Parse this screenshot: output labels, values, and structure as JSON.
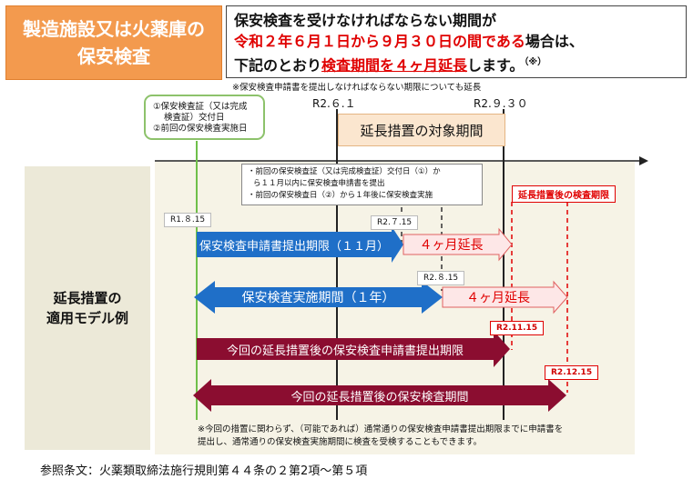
{
  "header": {
    "title_line1": "製造施設又は火薬庫の",
    "title_line2": "保安検査",
    "notice_line1": "保安検査を受けなければならない期間が",
    "notice_line2_red": "令和２年６月１日から９月３０日の間である",
    "notice_line2_tail": "場合は、",
    "notice_line3_head": "下記のとおり",
    "notice_line3_red": "検査期間を４ヶ月延長",
    "notice_line3_tail": "します。",
    "notice_mark": "（※）"
  },
  "top_note": "※保安検査申請書を提出しなければならない期限についても延長",
  "dates": {
    "start": "R2.６.１",
    "end": "R2.９.３０"
  },
  "green_box": {
    "line1": "①保安検査証（又は完成",
    "line2": "検査証）交付日",
    "line3": "②前回の保安検査実施日"
  },
  "period_box": "延長措置の対象期間",
  "left_label": {
    "line1": "延長措置の",
    "line2": "適用モデル例"
  },
  "info_box": {
    "line1": "・前回の保安検査証（又は完成検査証）交付日（①）か",
    "line2": "ら１１月以内に保安検査申請書を提出",
    "line3": "・前回の保安検査日（②）から１年後に保安検査実施"
  },
  "after_label": "延長措置後の検査期限",
  "date_labels": {
    "r1": "R1.８.15",
    "r2_7": "R2.７.15",
    "r2_8": "R2.８.15",
    "r2_11": "R2.11.15",
    "r2_12": "R2.12.15"
  },
  "arrows": {
    "a1": "保安検査申請書提出期限（１１月）",
    "a1_ext": "４ヶ月延長",
    "a2": "保安検査実施期間（１年）",
    "a2_ext": "４ヶ月延長",
    "a3": "今回の延長措置後の保安検査申請書提出期限",
    "a4": "今回の延長措置後の保安検査期間"
  },
  "footnote": {
    "line1": "※今回の措置に関わらず、（可能であれば）通常通りの保安検査申請書提出期限までに申請書を",
    "line2": "提出し、通常通りの保安検査実施期間に検査を受検することもできます。"
  },
  "reference": "参照条文：火薬類取締法施行規則第４４条の２第2項～第５項",
  "colors": {
    "orange": "#f39a4e",
    "blue": "#1f6fc8",
    "maroon": "#8b0d30",
    "pink": "#fde7e7",
    "red": "#e00000",
    "green": "#8dc26b"
  }
}
